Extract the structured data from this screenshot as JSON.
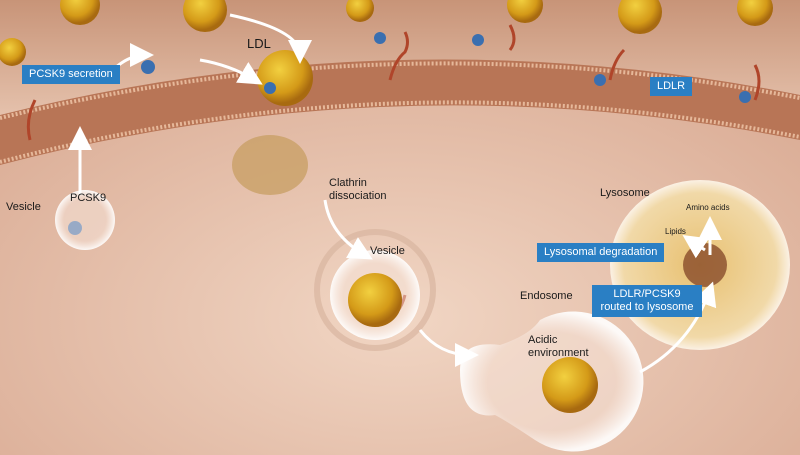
{
  "labels": {
    "ldl": "LDL",
    "vesicle_left": "Vesicle",
    "pcsk9": "PCSK9",
    "clathrin": "Clathrin dissociation",
    "vesicle_center": "Vesicle",
    "lysosome": "Lysosome",
    "amino_acids": "Amino acids",
    "lipids": "Lipids",
    "endosome": "Endosome",
    "acidic": "Acidic environment"
  },
  "boxes": {
    "pcsk9_secretion": "PCSK9 secretion",
    "ldlr": "LDLR",
    "lysosomal_degradation": "Lysosomal degradation",
    "routed": "LDLR/PCSK9 routed to lysosome"
  },
  "colors": {
    "box": "#2a7fc4",
    "background": "#e2b9a3",
    "membrane": "#b87556",
    "ldl": "#d9a21c"
  }
}
